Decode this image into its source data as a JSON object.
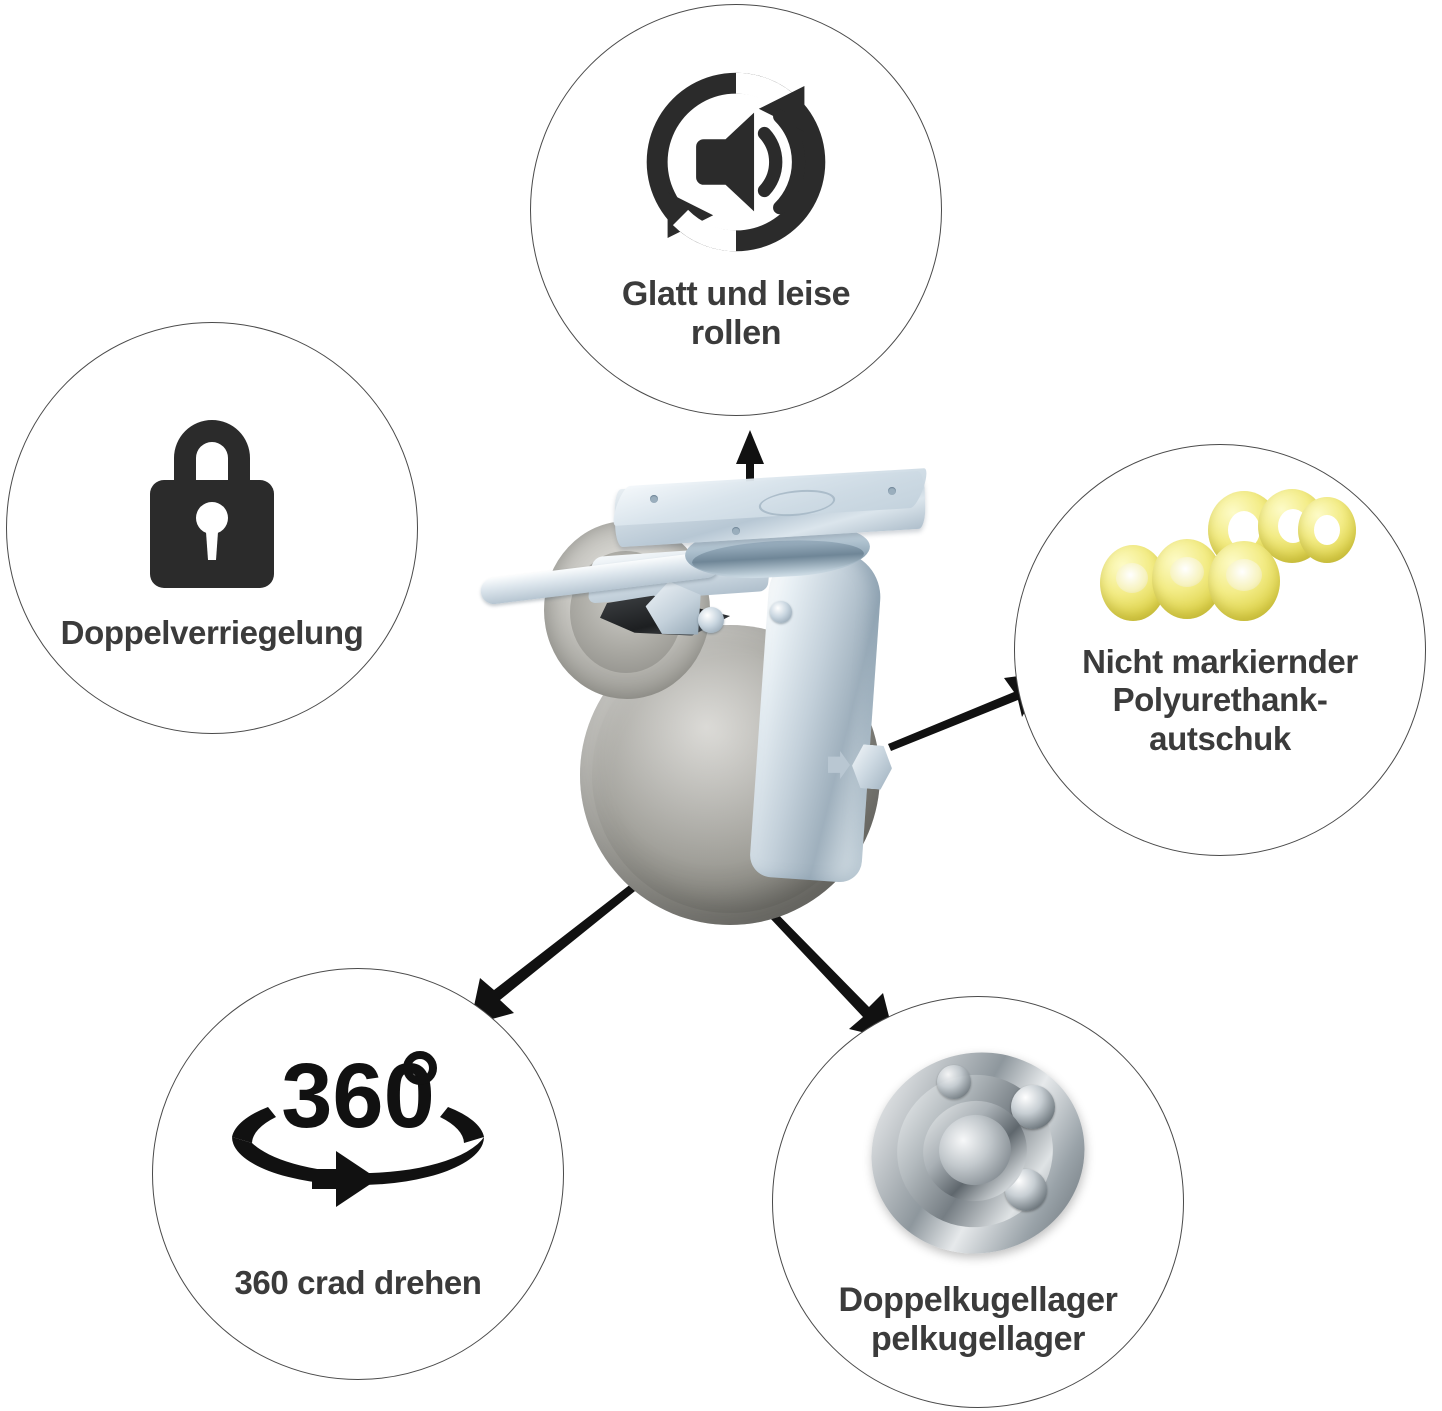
{
  "product": {
    "name": "swivel-caster-with-brake",
    "parts": {
      "mounting_plate": "top-mounting-plate",
      "swivel_head": "swivel-head",
      "brake_lever": "brake-lever",
      "fork": "caster-fork",
      "wheel": "rubber-wheel",
      "axle_nut": "axle-nut"
    },
    "colors": {
      "steel": "#c3d0da",
      "wheel_gray": "#97968f",
      "hub_gray": "#c8c7c2"
    }
  },
  "features": [
    {
      "id": "noise",
      "icon": "speaker-no-noise-icon",
      "label": "Glatt und leise\nrollen",
      "font_size": "34px"
    },
    {
      "id": "double-lock",
      "icon": "padlock-icon",
      "label": "Doppelverriegelung",
      "font_size": "33px"
    },
    {
      "id": "polyurethane",
      "icon": "polyurethane-rings-icon",
      "label": "Nicht markiernder\nPolyurethank-\nautschuk",
      "font_size": "33px"
    },
    {
      "id": "swivel-360",
      "icon": "rotation-360-icon",
      "label": "360 crad drehen",
      "font_size": "33px",
      "degree_value": "360",
      "degree_symbol": "°"
    },
    {
      "id": "double-ball-bearing",
      "icon": "ball-bearing-icon",
      "label": "Doppelkugellager\npelkugellager",
      "font_size": "34px"
    }
  ],
  "arrows": [
    {
      "id": "arrow-to-noise",
      "direction": "up"
    },
    {
      "id": "arrow-to-double-lock",
      "direction": "up-left"
    },
    {
      "id": "arrow-to-polyurethane",
      "direction": "up-right"
    },
    {
      "id": "arrow-to-swivel-360",
      "direction": "down-left"
    },
    {
      "id": "arrow-to-bearing",
      "direction": "down-right"
    }
  ],
  "colors": {
    "text": "#3b3b3b",
    "circle_stroke": "#4a4a4a",
    "icon_dark": "#2b2b2b",
    "background": "#ffffff",
    "polyurethane_yellow": "#eee66f"
  }
}
